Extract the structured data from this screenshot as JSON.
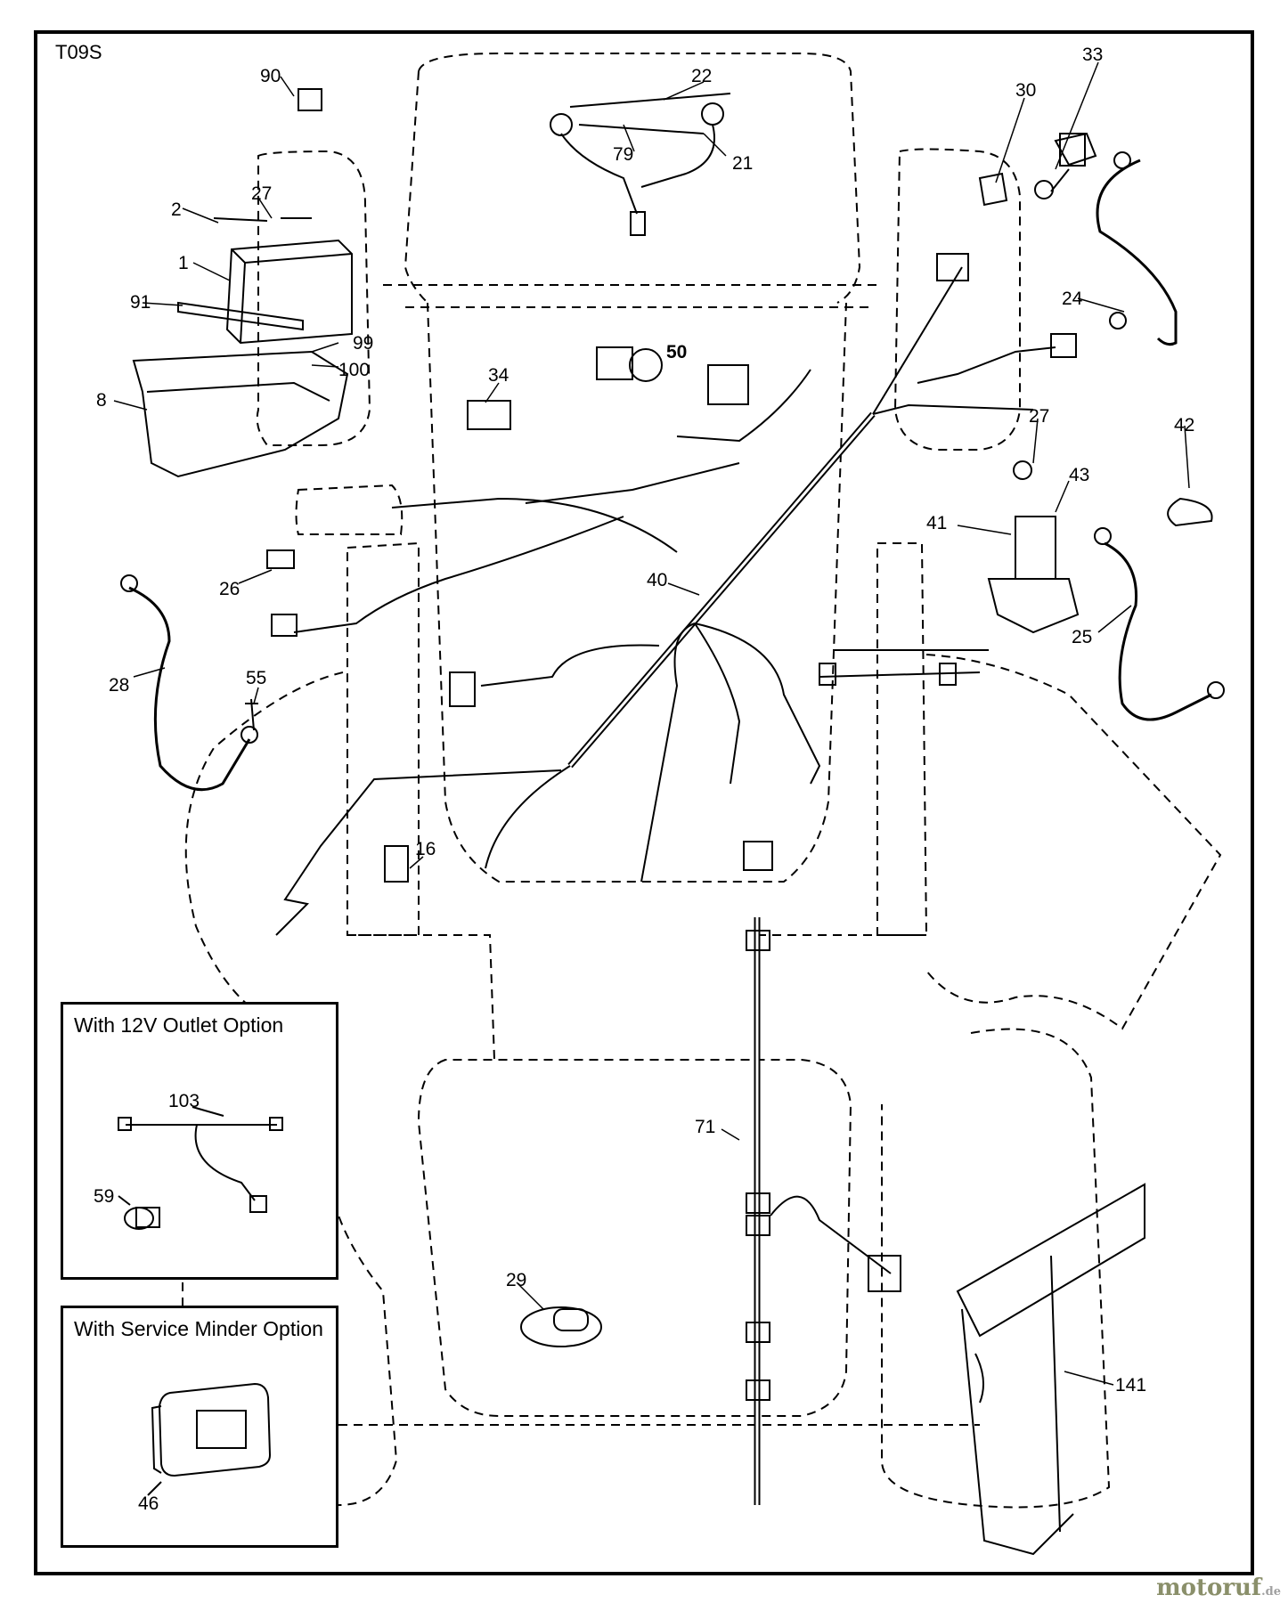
{
  "diagram_code": "T09S",
  "watermark": {
    "name": "motoruf",
    "tld": ".de"
  },
  "insets": [
    {
      "title": "With 12V Outlet Option",
      "parts": [
        "103",
        "59"
      ]
    },
    {
      "title": "With Service Minder Option",
      "parts": [
        "46"
      ]
    }
  ],
  "callouts": [
    "90",
    "33",
    "30",
    "22",
    "79",
    "21",
    "27",
    "2",
    "1",
    "91",
    "99",
    "100",
    "8",
    "50",
    "34",
    "24",
    "27",
    "42",
    "43",
    "41",
    "26",
    "40",
    "25",
    "28",
    "55",
    "16",
    "71",
    "29",
    "141",
    "103",
    "59",
    "46"
  ],
  "colors": {
    "line": "#000000",
    "background": "#ffffff",
    "watermark": "#8a8f6a"
  }
}
